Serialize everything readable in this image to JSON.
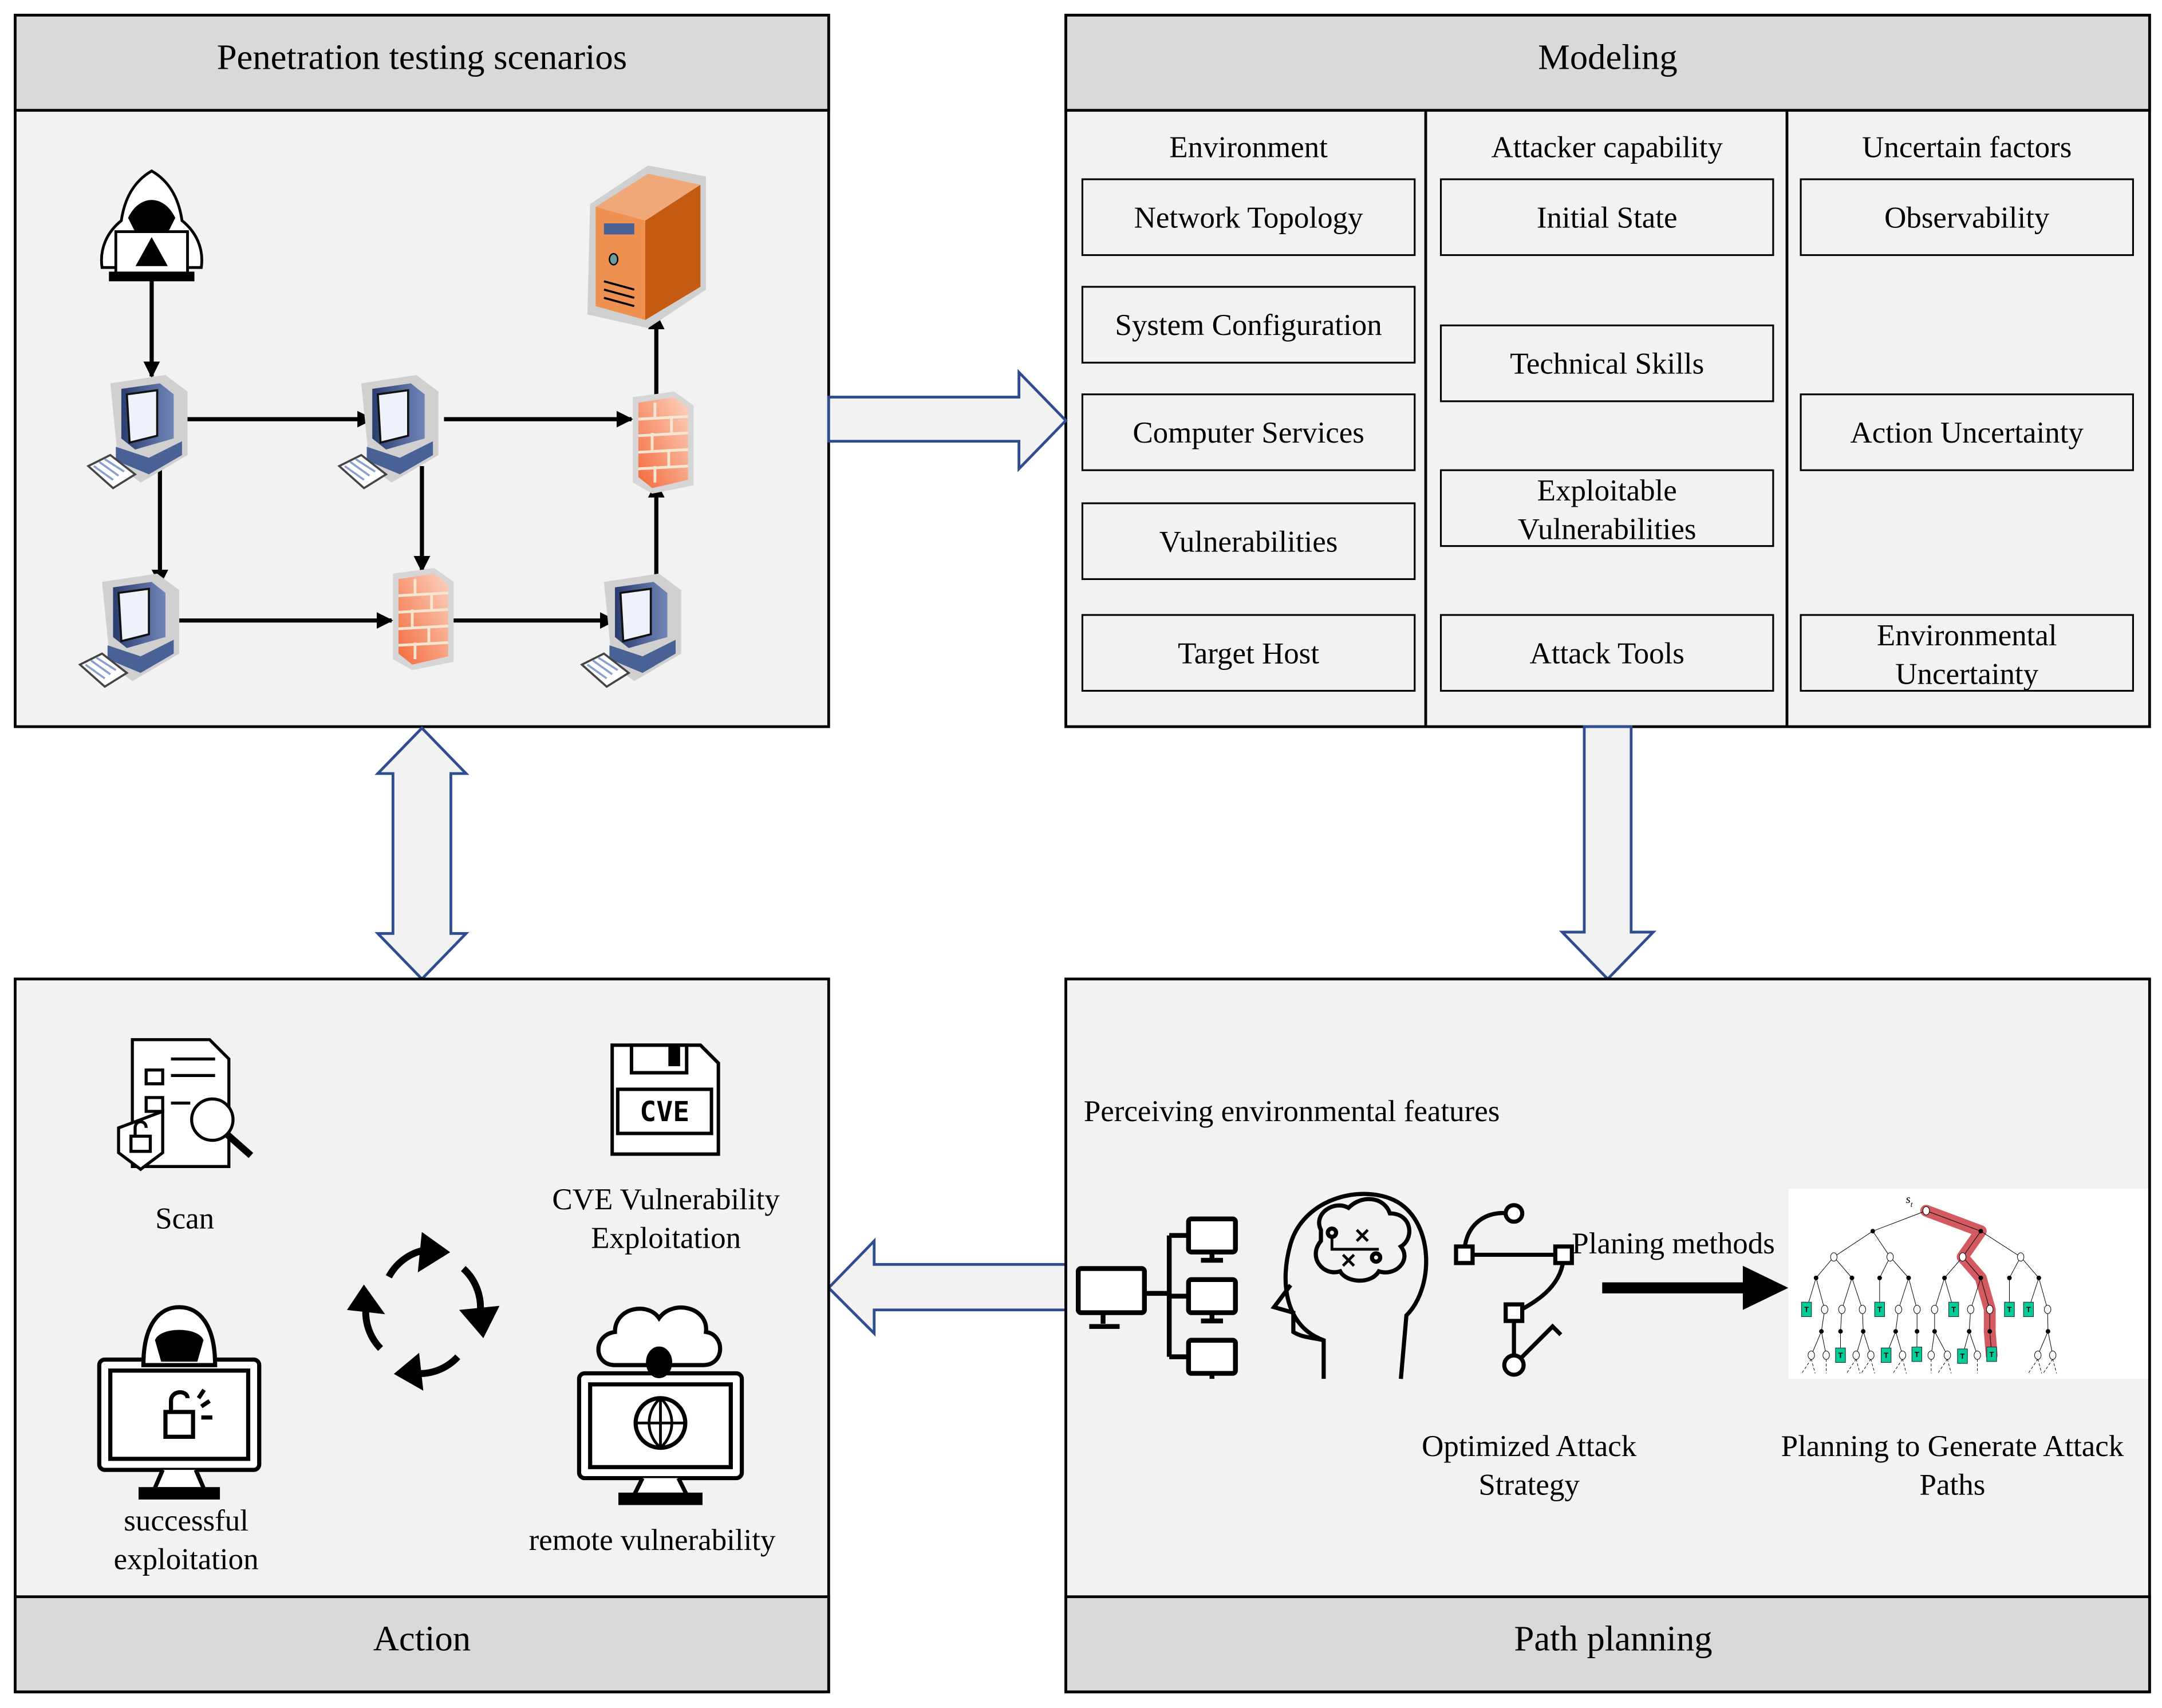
{
  "colors": {
    "panel_header": "#d9d9d9",
    "panel_body": "#f2f2f2",
    "flow_arrow_stroke": "#2e4d8f",
    "highlight_path": "#d45a62",
    "terminal_node": "#00cc99",
    "server": "#e07b39",
    "firewall": "#f58a5e",
    "computer": "#4a6195"
  },
  "scenarios": {
    "title": "Penetration testing scenarios",
    "icons": [
      "hacker-icon",
      "computer-icon",
      "firewall-icon",
      "server-icon"
    ]
  },
  "modeling": {
    "title": "Modeling",
    "columns": [
      {
        "title": "Environment",
        "items": [
          [
            "Network Topology"
          ],
          [
            "System Configuration"
          ],
          [
            "Computer Services"
          ],
          [
            "Vulnerabilities"
          ],
          [
            "Target Host"
          ]
        ]
      },
      {
        "title": "Attacker capability",
        "items": [
          [
            "Initial State"
          ],
          [
            "Technical Skills"
          ],
          [
            "Exploitable",
            "Vulnerabilities"
          ],
          [
            "Attack Tools"
          ]
        ]
      },
      {
        "title": "Uncertain factors",
        "items": [
          [
            "Observability"
          ],
          [
            "Action Uncertainty"
          ],
          [
            "Environmental",
            "Uncertainty"
          ]
        ]
      }
    ]
  },
  "action": {
    "title": "Action",
    "scan": "Scan",
    "cve_badge": "CVE",
    "cve": [
      "CVE Vulnerability",
      "Exploitation"
    ],
    "success": [
      "successful",
      "exploitation"
    ],
    "remote": "remote vulnerability"
  },
  "path_planning": {
    "title": "Path planning",
    "perceiving": "Perceiving environmental features",
    "methods": "Planing methods",
    "strategy": [
      "Optimized Attack",
      "Strategy"
    ],
    "generate": [
      "Planning to Generate Attack",
      "Paths"
    ],
    "tree": {
      "root_label": "s",
      "root_subscript": "t",
      "terminal_label": "T"
    }
  }
}
